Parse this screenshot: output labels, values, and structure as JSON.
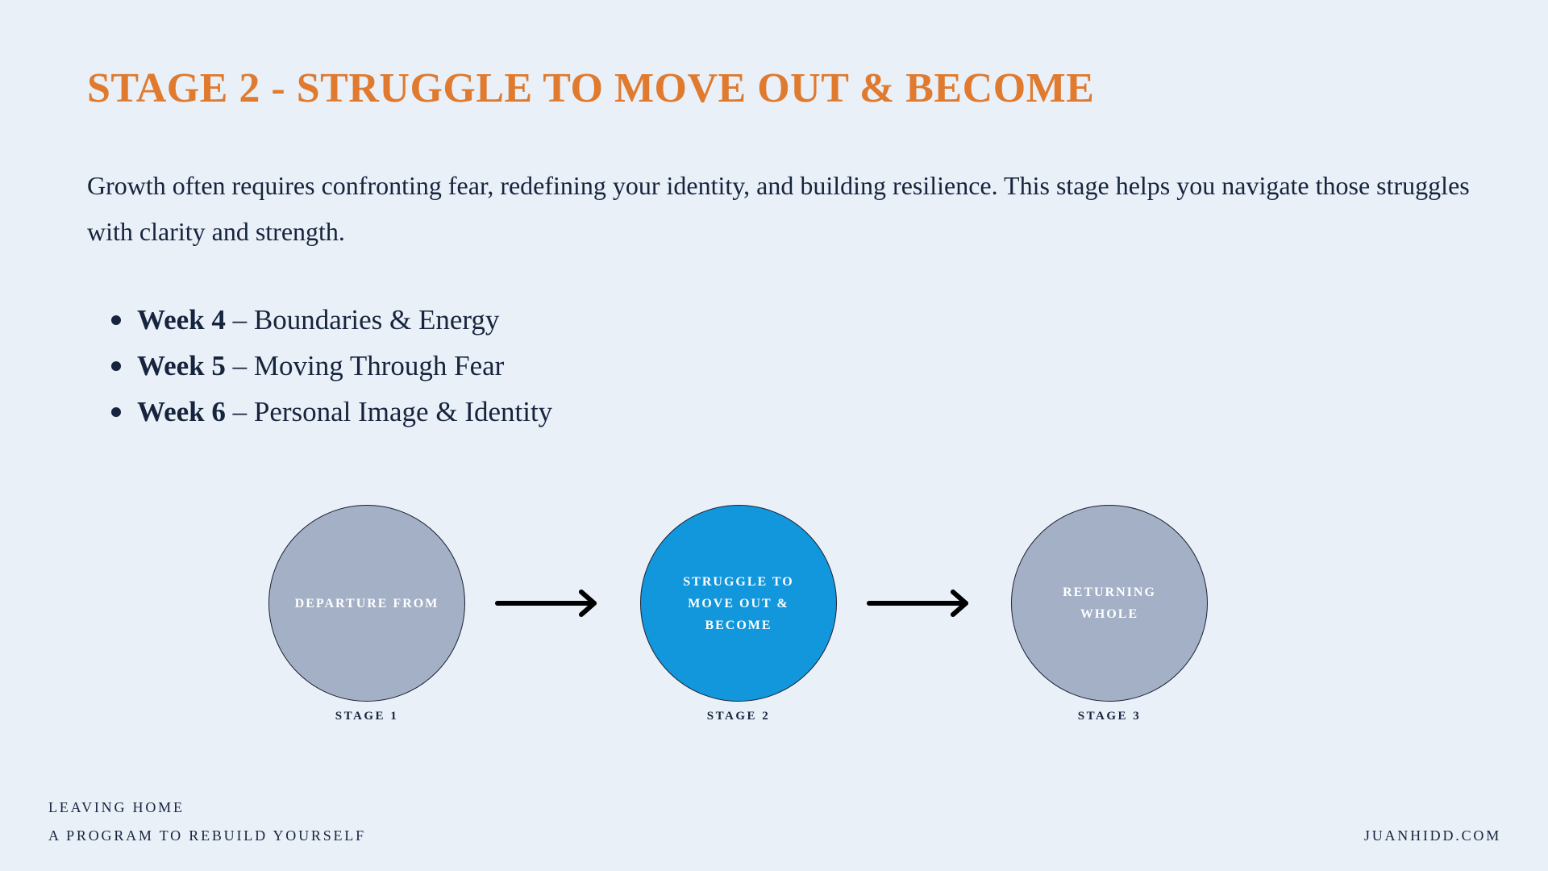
{
  "title": "STAGE 2 - STRUGGLE TO MOVE OUT & BECOME",
  "intro": "Growth often requires confronting fear, redefining your identity, and building resilience. This stage helps you navigate those struggles with clarity and strength.",
  "weeks": [
    {
      "week": "Week 4",
      "separator": " – ",
      "topic": "Boundaries & Energy"
    },
    {
      "week": "Week 5",
      "separator": " – ",
      "topic": "Moving Through Fear"
    },
    {
      "week": "Week 6",
      "separator": " – ",
      "topic": "Personal Image & Identity"
    }
  ],
  "stages": [
    {
      "circle_text": "DEPARTURE FROM",
      "label": "STAGE 1",
      "active": false
    },
    {
      "circle_text": "STRUGGLE TO MOVE OUT & BECOME",
      "label": "STAGE 2",
      "active": true
    },
    {
      "circle_text": "RETURNING WHOLE",
      "label": "STAGE 3",
      "active": false
    }
  ],
  "colors": {
    "background": "#e9f0f8",
    "title": "#e07a2e",
    "text": "#16243d",
    "stage_inactive": "#a3b0c6",
    "stage_active": "#1297dd"
  },
  "icons": [
    "arrow-right-icon",
    "arrow-right-icon"
  ],
  "footer": {
    "program_name": "LEAVING HOME",
    "program_tagline": "A PROGRAM TO REBUILD YOURSELF",
    "website": "JUANHIDD.COM"
  }
}
